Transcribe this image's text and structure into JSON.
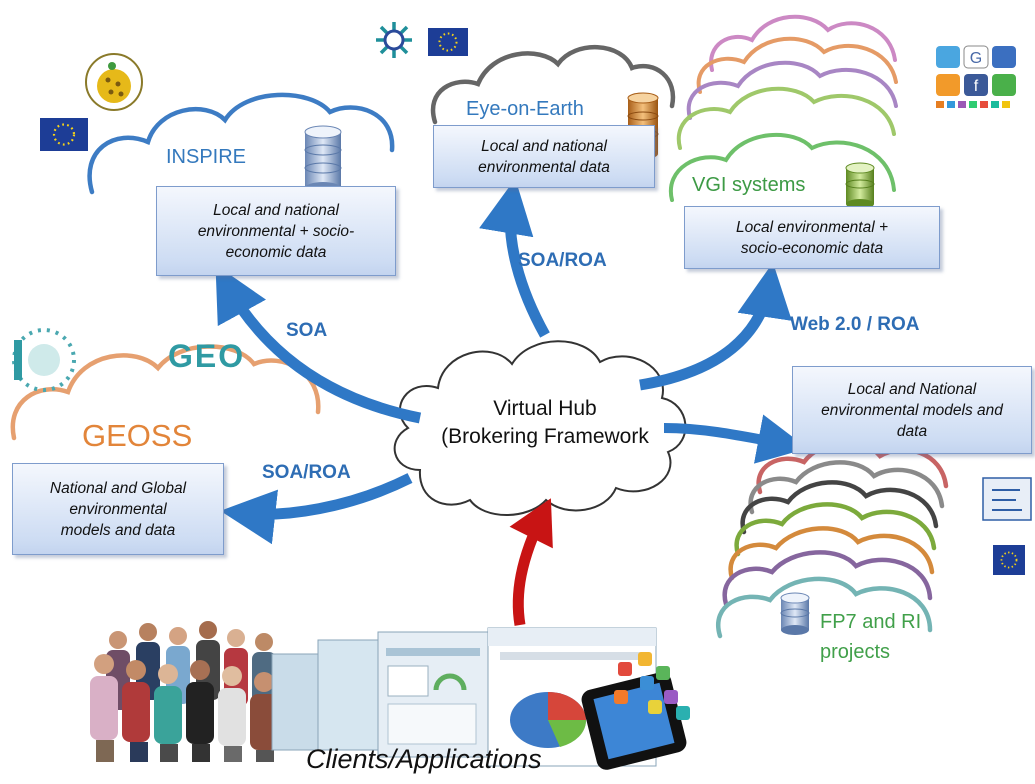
{
  "hub": {
    "label": "Virtual Hub\n(Brokering Framework"
  },
  "nodes": {
    "inspire": {
      "title": "INSPIRE",
      "box": "Local and national\nenvironmental + socio-\neconomic data"
    },
    "eye": {
      "title": "Eye-on-Earth",
      "box": "Local and national\nenvironmental data"
    },
    "vgi": {
      "title": "VGI systems",
      "box": "Local environmental +\nsocio-economic data"
    },
    "geoss": {
      "title": "GEOSS",
      "box": "National and Global\nenvironmental\nmodels and data"
    },
    "models": {
      "box": "Local and National\nenvironmental models and\ndata"
    },
    "fp7": {
      "title": "FP7 and RI\nprojects"
    }
  },
  "edges": {
    "soa": "SOA",
    "soa_roa_up": "SOA/ROA",
    "web20": "Web 2.0 / ROA",
    "soa_roa_left": "SOA/ROA"
  },
  "logos": {
    "geo": "GEO"
  },
  "clients": "Clients/Applications",
  "colors": {
    "arrow_blue": "#2f78c6",
    "arrow_red": "#c81414",
    "title_blue": "#3479bd",
    "geoss_orange": "#e2853a",
    "fp7_green": "#41a04a",
    "vgi_green": "#3d9a45",
    "box_fill": "#cddcf3"
  }
}
